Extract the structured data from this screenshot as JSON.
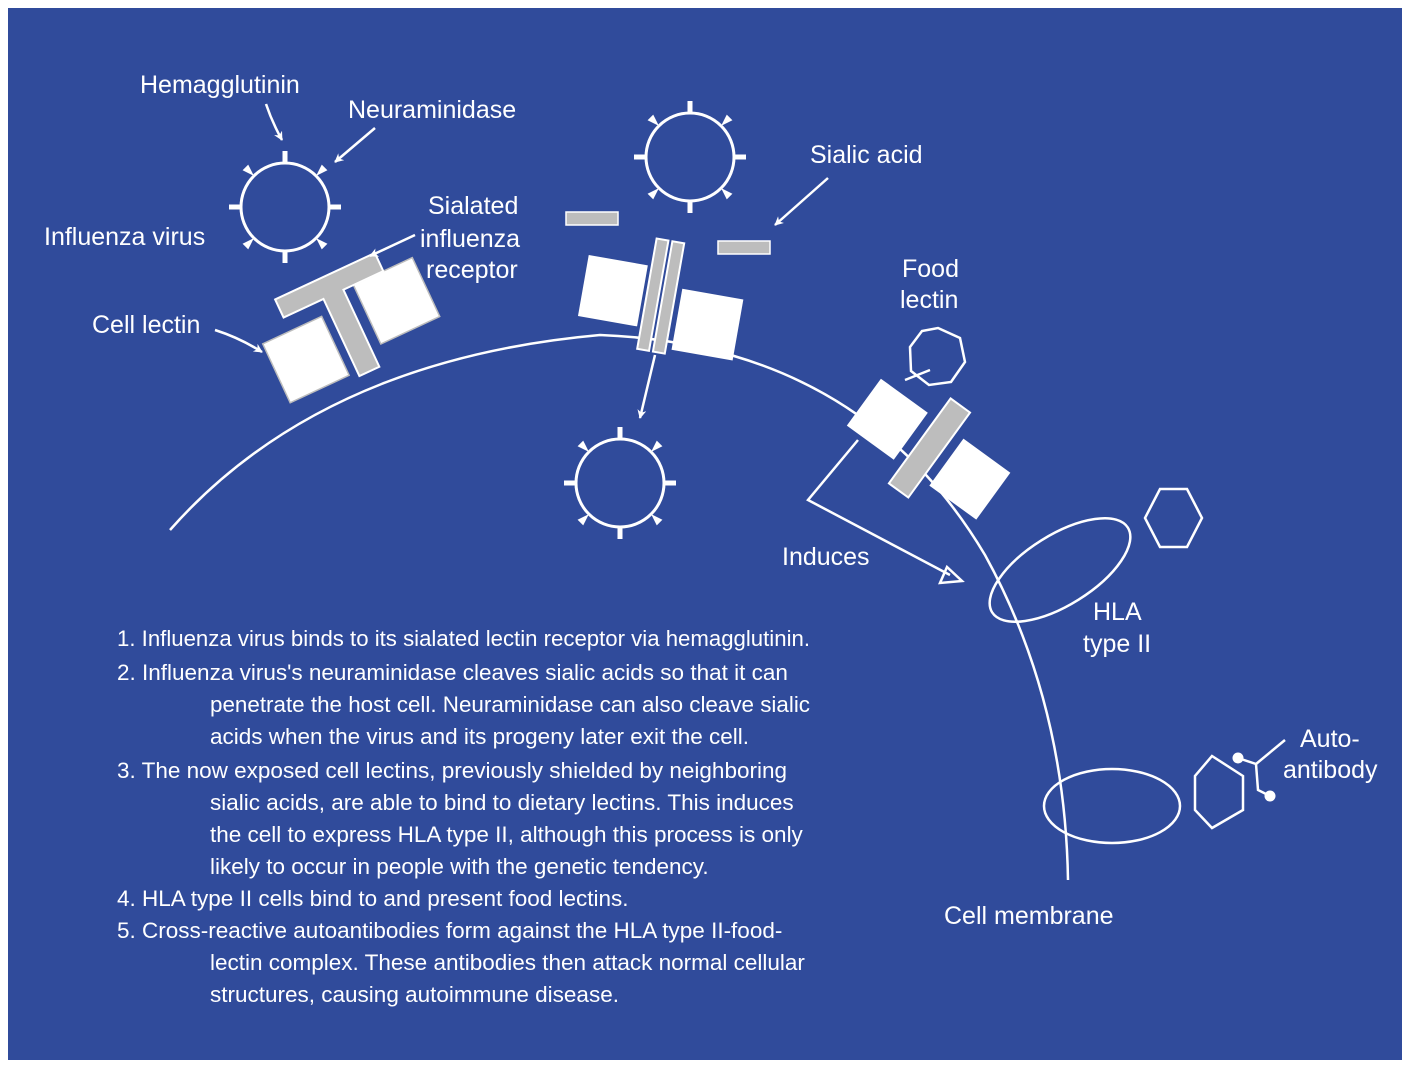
{
  "labels": {
    "hemagglutinin": "Hemagglutinin",
    "neuraminidase": "Neuraminidase",
    "influenza_virus": "Influenza virus",
    "sialated_line1": "Sialated",
    "sialated_line2": "influenza",
    "sialated_line3": "receptor",
    "sialic_acid": "Sialic acid",
    "cell_lectin": "Cell lectin",
    "food_lectin_line1": "Food",
    "food_lectin_line2": "lectin",
    "induces": "Induces",
    "hla_line1": "HLA",
    "hla_line2": "type II",
    "auto_line1": "Auto-",
    "auto_line2": "antibody",
    "cell_membrane": "Cell membrane"
  },
  "steps": [
    {
      "lines": [
        "1. Influenza virus binds to its sialated lectin receptor via hemagglutinin."
      ]
    },
    {
      "lines": [
        "2. Influenza virus's neuraminidase cleaves sialic acids so that it can",
        "penetrate the host cell. Neuraminidase can also cleave sialic",
        "acids when the virus and its progeny later exit the cell."
      ]
    },
    {
      "lines": [
        "3. The now exposed cell lectins, previously shielded by neighboring",
        "sialic acids, are able to bind to dietary lectins. This induces",
        "the cell to express HLA type II, although this process is only",
        "likely to occur in people with the genetic tendency."
      ]
    },
    {
      "lines": [
        "4. HLA type II cells bind to and present food lectins."
      ]
    },
    {
      "lines": [
        "5. Cross-reactive autoantibodies form against the HLA type II-food-",
        "lectin complex. These antibodies then attack normal cellular",
        "structures, causing autoimmune disease."
      ]
    }
  ],
  "colors": {
    "background": "#304b9b",
    "line": "#ffffff",
    "receptor": "#bdbdbd"
  }
}
